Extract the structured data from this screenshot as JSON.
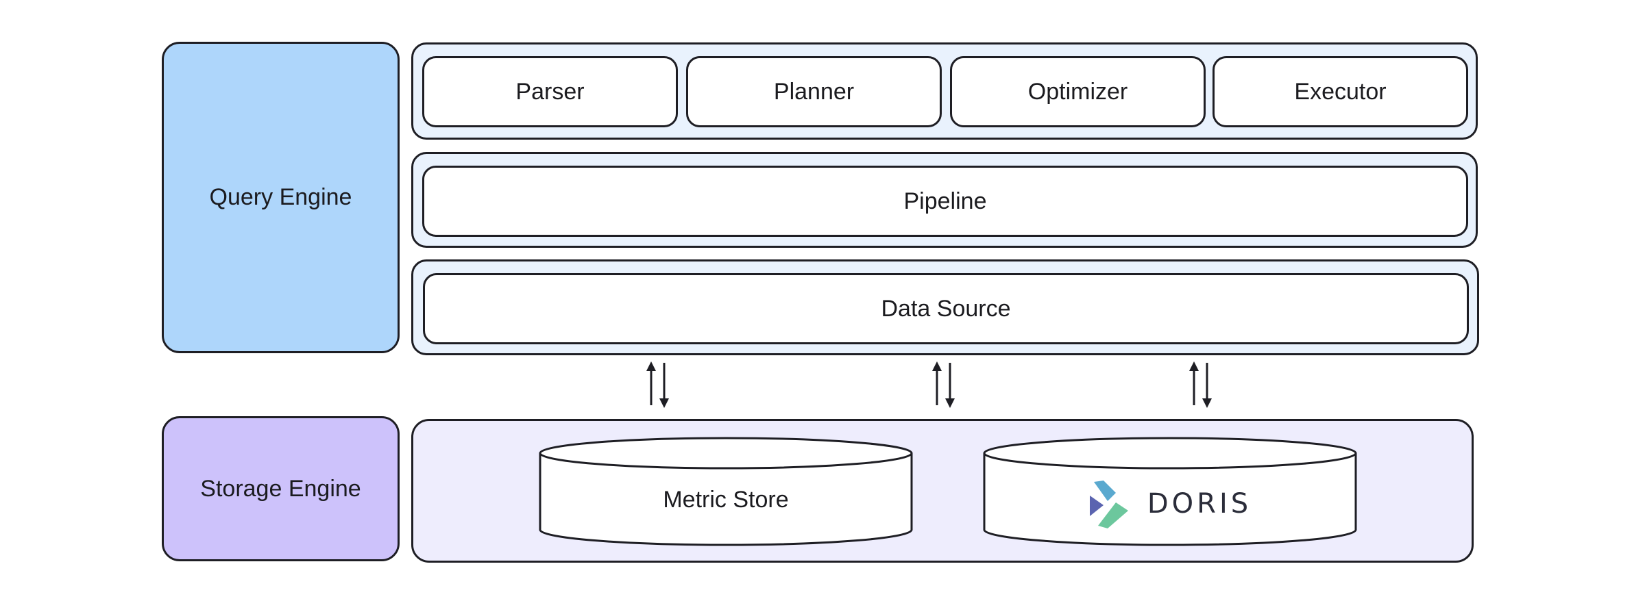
{
  "query_engine": {
    "label": "Query Engine"
  },
  "storage_engine": {
    "label": "Storage Engine"
  },
  "planning_layer": {
    "stages": [
      "Parser",
      "Planner",
      "Optimizer",
      "Executor"
    ]
  },
  "pipeline_layer": {
    "label": "Pipeline"
  },
  "data_source_layer": {
    "label": "Data Source"
  },
  "stores": {
    "metric_store": "Metric Store",
    "doris": "DORIS"
  },
  "colors": {
    "query_engine_fill": "#aed6fb",
    "storage_engine_fill": "#cdc2fb",
    "query_band_fill": "#e9f2fd",
    "storage_band_fill": "#eeedfd",
    "stroke": "#1e1e24",
    "doris_logo_colors": [
      "#5aa9cf",
      "#5b64b0",
      "#6cc79d"
    ]
  },
  "icons": [
    "bidirectional-arrow-icon",
    "database-cylinder-icon",
    "doris-logo"
  ]
}
